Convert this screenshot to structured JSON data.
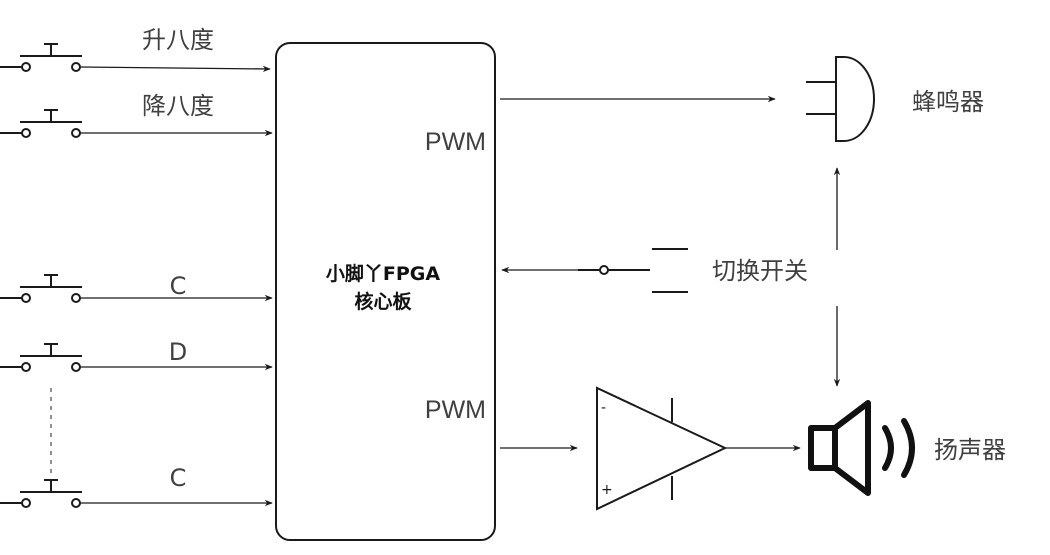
{
  "inputs": [
    {
      "label": "升八度"
    },
    {
      "label": "降八度"
    },
    {
      "label": "C"
    },
    {
      "label": "D"
    },
    {
      "label": "C"
    }
  ],
  "core": {
    "line1": "小脚丫FPGA",
    "line2": "核心板"
  },
  "pwm_labels": [
    "PWM",
    "PWM"
  ],
  "outputs": {
    "buzzer": "蜂鸣器",
    "speaker": "扬声器"
  },
  "switch": {
    "label": "切换开关"
  },
  "amplifier": {
    "minus": "-",
    "plus": "+"
  }
}
